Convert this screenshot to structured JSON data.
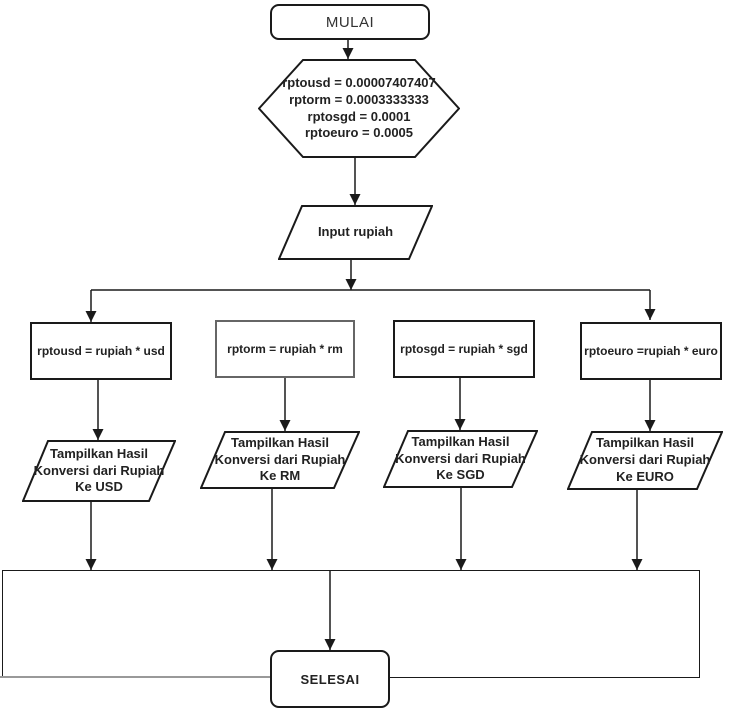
{
  "diagram": {
    "type": "flowchart",
    "background": "#ffffff",
    "stroke_color": "#1a1a1a",
    "alt_stroke_color": "#666666",
    "muted_line_color": "#999999"
  },
  "nodes": {
    "start": {
      "shape": "rounded-rectangle",
      "label": "MULAI"
    },
    "init": {
      "shape": "hexagon",
      "lines": [
        "rptousd = 0.00007407407",
        "rptorm = 0.0003333333",
        "rptosgd = 0.0001",
        "rptoeuro = 0.0005"
      ]
    },
    "input": {
      "shape": "parallelogram",
      "label": "Input rupiah"
    },
    "process_usd": {
      "shape": "rectangle",
      "label": "rptousd = rupiah * usd"
    },
    "process_rm": {
      "shape": "rectangle",
      "label": "rptorm = rupiah * rm"
    },
    "process_sgd": {
      "shape": "rectangle",
      "label": "rptosgd = rupiah * sgd"
    },
    "process_euro": {
      "shape": "rectangle",
      "label": "rptoeuro =rupiah * euro"
    },
    "output_usd": {
      "shape": "parallelogram",
      "label": "Tampilkan Hasil Konversi dari Rupiah Ke USD"
    },
    "output_rm": {
      "shape": "parallelogram",
      "label": "Tampilkan Hasil Konversi dari Rupiah Ke RM"
    },
    "output_sgd": {
      "shape": "parallelogram",
      "label": "Tampilkan Hasil Konversi dari Rupiah Ke SGD"
    },
    "output_euro": {
      "shape": "parallelogram",
      "label": "Tampilkan Hasil Konversi dari Rupiah Ke EURO"
    },
    "end": {
      "shape": "rounded-rectangle",
      "label": "SELESAI"
    }
  }
}
